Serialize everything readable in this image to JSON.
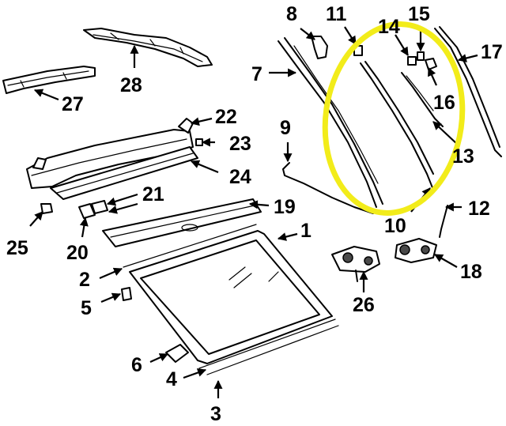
{
  "callouts": {
    "c1": "1",
    "c2": "2",
    "c3": "3",
    "c4": "4",
    "c5": "5",
    "c6": "6",
    "c7": "7",
    "c8": "8",
    "c9": "9",
    "c10": "10",
    "c11": "11",
    "c12": "12",
    "c13": "13",
    "c14": "14",
    "c15": "15",
    "c16": "16",
    "c17": "17",
    "c18": "18",
    "c19": "19",
    "c20": "20",
    "c21": "21",
    "c22": "22",
    "c23": "23",
    "c24": "24",
    "c25": "25",
    "c26": "26",
    "c27": "27",
    "c28": "28"
  },
  "colors": {
    "highlight_ring": "#f2ec1a",
    "ink": "#000000",
    "background": "#ffffff"
  }
}
